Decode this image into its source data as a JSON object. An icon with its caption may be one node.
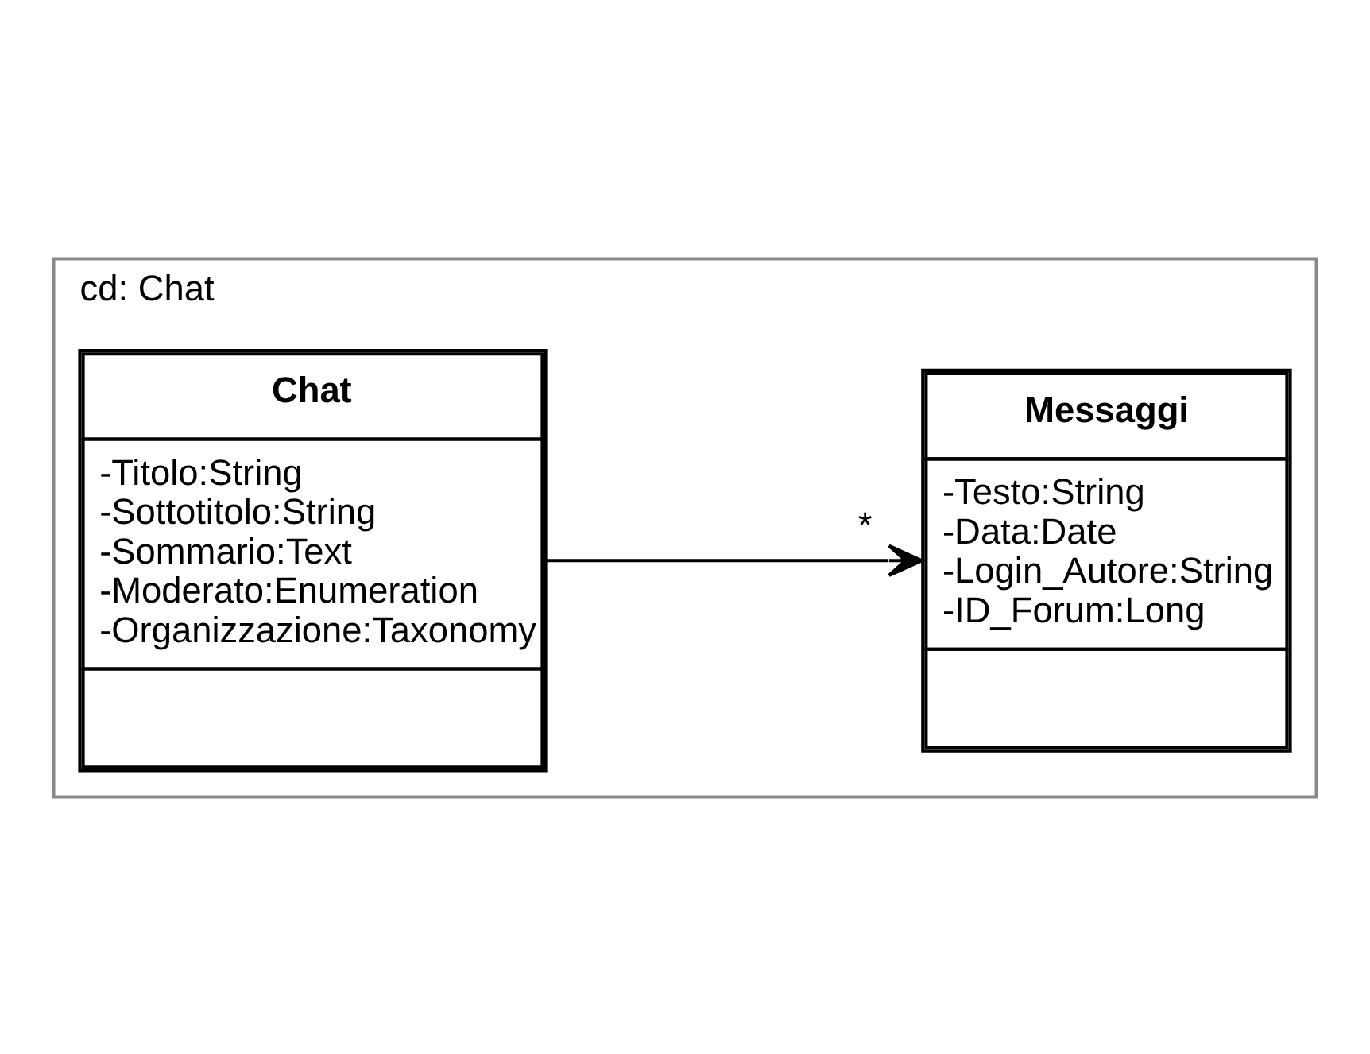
{
  "diagram": {
    "nodes": [
      {
        "text": [
          "cd: Chat"
        ]
      },
      {
        "text": [
          "Chat",
          "-Titolo:String",
          "-Sottotitolo:String",
          "-Sommario:Text",
          "-Moderato:Enumeration",
          "-Organizzazione:Taxonomy"
        ],
        "in": 0
      },
      {
        "text": [
          "Messaggi",
          "-Testo:String",
          "-Data:Date",
          "-Login_Autore:String",
          "-ID_Forum:Long"
        ],
        "in": 0
      }
    ],
    "edges": [
      {
        "from": 1,
        "to": 2,
        "arrow": "to",
        "label": "*"
      }
    ]
  }
}
